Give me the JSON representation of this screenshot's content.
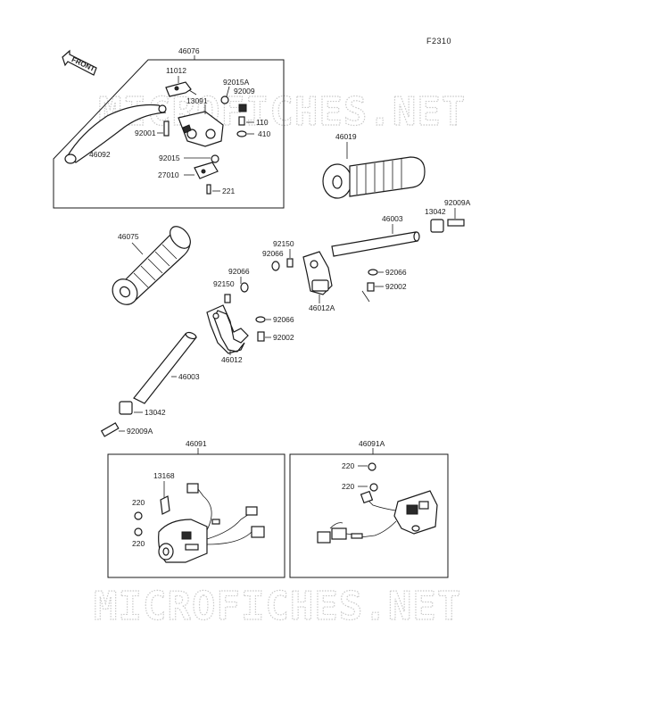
{
  "diagram_code": "F2310",
  "front_label": "FRONT",
  "watermark": "MICROFICHES.NET",
  "parts": {
    "p46076": "46076",
    "p11012": "11012",
    "p92015A": "92015A",
    "p92009": "92009",
    "p13091": "13091",
    "p110": "110",
    "p410": "410",
    "p92001": "92001",
    "p46092": "46092",
    "p92015": "92015",
    "p27010": "27010",
    "p221": "221",
    "p46019": "46019",
    "p46003_top": "46003",
    "p13042_top": "13042",
    "p92009A_top": "92009A",
    "p46075": "46075",
    "p92150_top": "92150",
    "p92066_a": "92066",
    "p92066_b": "92066",
    "p92002_a": "92002",
    "p46012A": "46012A",
    "p92066_c": "92066",
    "p92150_mid": "92150",
    "p92066_d": "92066",
    "p92002_b": "92002",
    "p46012": "46012",
    "p46003_bot": "46003",
    "p13042_bot": "13042",
    "p92009A_bot": "92009A",
    "p46091": "46091",
    "p13168": "13168",
    "p220_a": "220",
    "p220_b": "220",
    "p46091A": "46091A",
    "p220_c": "220",
    "p220_d": "220"
  }
}
